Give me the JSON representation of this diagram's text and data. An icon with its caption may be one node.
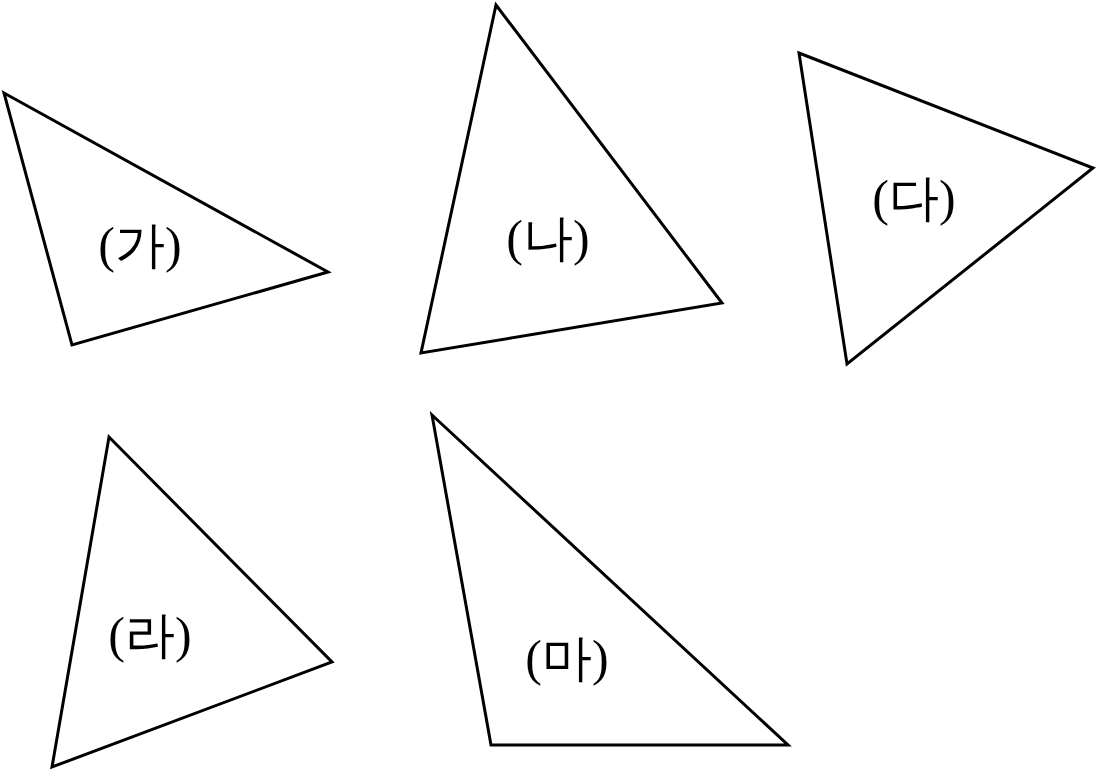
{
  "diagram": {
    "nodes": [
      {
        "text": [
          "(가)"
        ]
      },
      {
        "text": [
          "(나)"
        ]
      },
      {
        "text": [
          "(다)"
        ]
      },
      {
        "text": [
          "(라)"
        ]
      },
      {
        "text": [
          "(마)"
        ]
      }
    ]
  }
}
